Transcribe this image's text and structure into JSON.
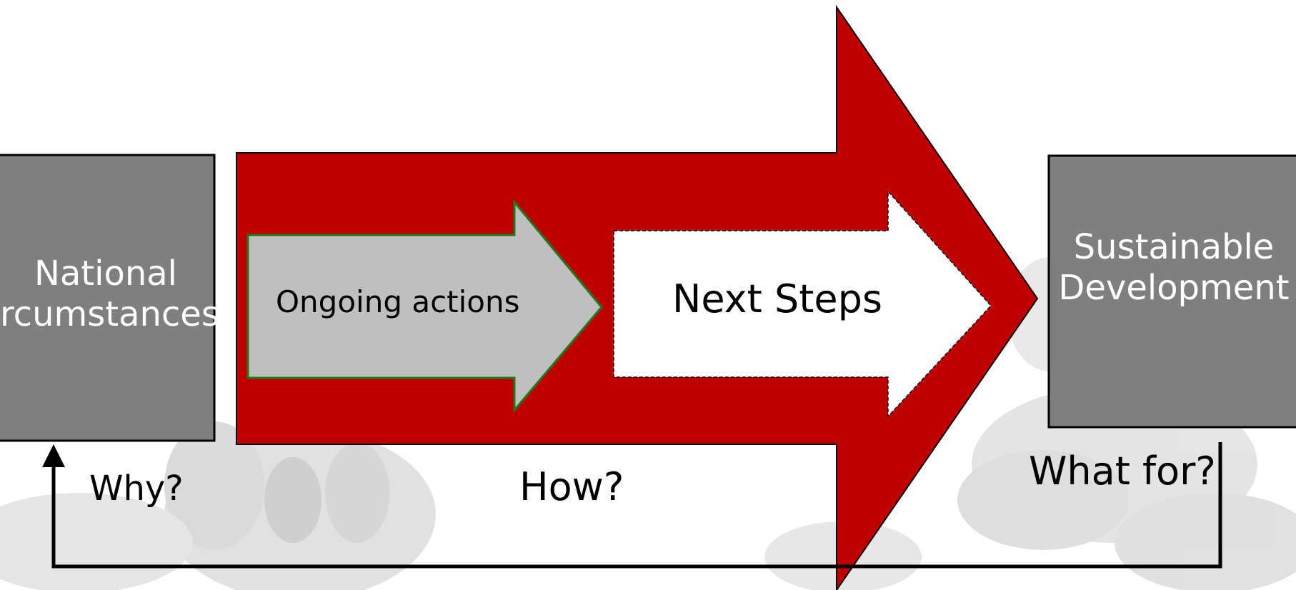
{
  "boxes": {
    "left": {
      "line1": "National",
      "line2": "rcumstances"
    },
    "right": {
      "line1": "Sustainable",
      "line2": "Development"
    }
  },
  "arrows": {
    "inner_left": "Ongoing actions",
    "inner_right": "Next Steps"
  },
  "questions": {
    "why": "Why?",
    "how": "How?",
    "what_for": "What for?"
  },
  "colors": {
    "big_arrow": "#c00000",
    "boxes": "#7f7f7f",
    "ongoing_fill": "#bfbfbf",
    "ongoing_border": "#1f7a1f",
    "background_photo": "#d9d9d9"
  }
}
